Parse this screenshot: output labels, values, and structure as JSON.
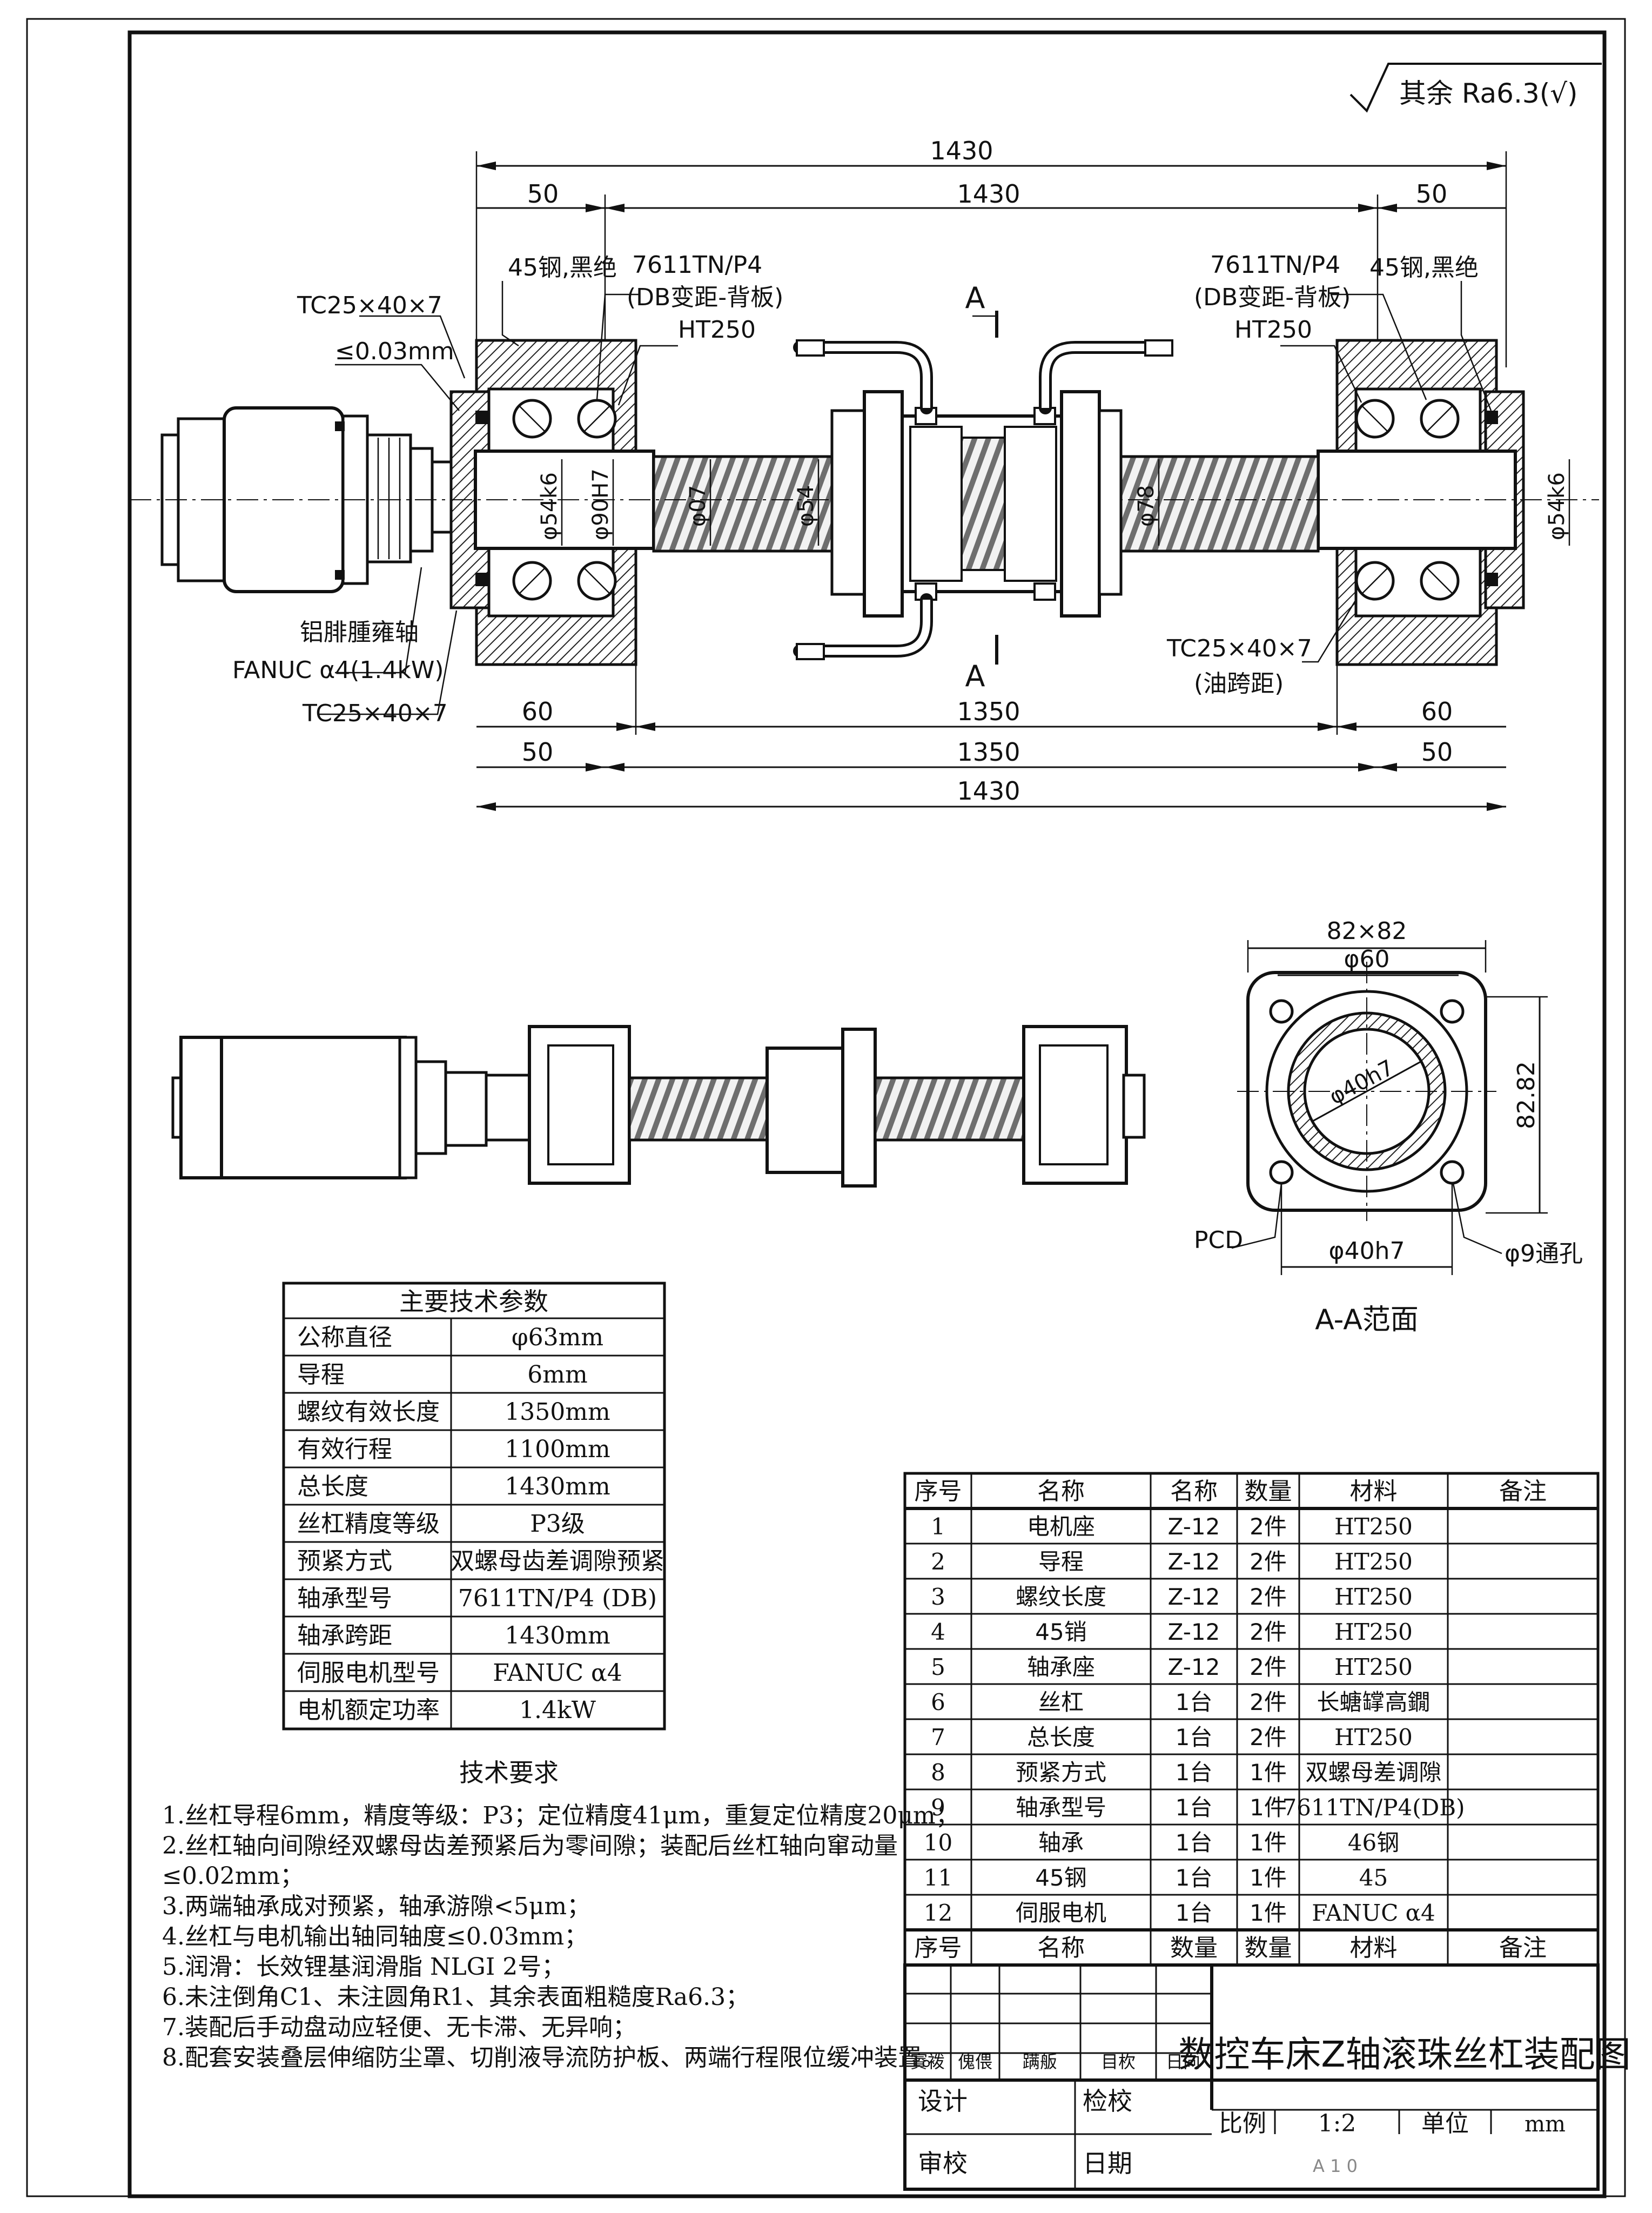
{
  "roughness_note": "其余 Ra6.3(√)",
  "main_view": {
    "dims_top": [
      "1430",
      "1430",
      "50",
      "50"
    ],
    "dims_bottom": [
      "60",
      "1350",
      "60",
      "50",
      "1350",
      "50",
      "1430"
    ],
    "labels": {
      "steel_left": "45钢,黑绝",
      "bearing_left": "7611TN/P4",
      "bearing_left_sub": "(DB变距-背板)",
      "tc_top_left": "TC25×40×7",
      "coax": "≤0.03mm",
      "ht_left": "HT250",
      "section_a": "A",
      "bearing_right": "7611TN/P4",
      "bearing_right_sub": "(DB变距-背板)",
      "steel_right": "45钢,黑绝",
      "ht_right": "HT250",
      "tc_right": "TC25×40×7",
      "tc_right_sub": "(油跨距)",
      "motor_name": "铝腓腫雍轴",
      "motor_model": "FANUC α4(1.4kW)",
      "tc_bottom_left": "TC25×40×7",
      "d54k6_left": "φ54k6",
      "d90h7": "φ90H7",
      "d07": "φ07",
      "d54": "φ54",
      "d78": "φ78",
      "d54k6_right": "φ54k6"
    }
  },
  "section_view": {
    "dim_outer": "82×82",
    "dim_60": "φ60",
    "dim_inner": "φ40h7",
    "dim_bottom": "φ40h7",
    "dim_side": "82.82",
    "pcd": "PCD",
    "hole": "φ9通孔",
    "title": "A-A范面"
  },
  "params": {
    "title": "主要技术参数",
    "rows": [
      [
        "公称直径",
        "φ63mm"
      ],
      [
        "导程",
        "6mm"
      ],
      [
        "螺纹有效长度",
        "1350mm"
      ],
      [
        "有效行程",
        "1100mm"
      ],
      [
        "总长度",
        "1430mm"
      ],
      [
        "丝杠精度等级",
        "P3级"
      ],
      [
        "预紧方式",
        "双螺母齿差调隙预紧"
      ],
      [
        "轴承型号",
        "7611TN/P4 (DB)"
      ],
      [
        "轴承跨距",
        "1430mm"
      ],
      [
        "伺服电机型号",
        "FANUC α4"
      ],
      [
        "电机额定功率",
        "1.4kW"
      ]
    ]
  },
  "requirements": {
    "title": "技术要求",
    "lines": [
      "1.丝杠导程6mm，精度等级：P3；定位精度41μm，重复定位精度20μm；",
      "2.丝杠轴向间隙经双螺母齿差预紧后为零间隙；装配后丝杠轴向窜动量",
      "  ≤0.02mm；",
      "3.两端轴承成对预紧，轴承游隙<5μm；",
      "4.丝杠与电机输出轴同轴度≤0.03mm；",
      "5.润滑：长效锂基润滑脂 NLGI 2号；",
      "6.未注倒角C1、未注圆角R1、其余表面粗糙度Ra6.3；",
      "7.装配后手动盘动应轻便、无卡滞、无异响；",
      "8.配套安装叠层伸缩防尘罩、切削液导流防护板、两端行程限位缓冲装置。"
    ]
  },
  "bom": {
    "headers": [
      "序号",
      "名称",
      "名称",
      "数量",
      "材料",
      "备注"
    ],
    "rows": [
      [
        "1",
        "电机座",
        "Z-12",
        "2件",
        "HT250",
        ""
      ],
      [
        "2",
        "导程",
        "Z-12",
        "2件",
        "HT250",
        ""
      ],
      [
        "3",
        "螺纹长度",
        "Z-12",
        "2件",
        "HT250",
        ""
      ],
      [
        "4",
        "45销",
        "Z-12",
        "2件",
        "HT250",
        ""
      ],
      [
        "5",
        "轴承座",
        "Z-12",
        "2件",
        "HT250",
        ""
      ],
      [
        "6",
        "丝杠",
        "1台",
        "2件",
        "长螗罉高鐗",
        ""
      ],
      [
        "7",
        "总长度",
        "1台",
        "2件",
        "HT250",
        ""
      ],
      [
        "8",
        "预紧方式",
        "1台",
        "1件",
        "双螺母差调隙",
        ""
      ],
      [
        "9",
        "轴承型号",
        "1台",
        "1件",
        "7611TN/P4(DB)",
        ""
      ],
      [
        "10",
        "轴承",
        "1台",
        "1件",
        "46钢",
        ""
      ],
      [
        "11",
        "45钢",
        "1台",
        "1件",
        "45",
        ""
      ],
      [
        "12",
        "伺服电机",
        "1台",
        "1件",
        "FANUC α4",
        ""
      ]
    ],
    "footer": [
      "序号",
      "名称",
      "数量",
      "数量",
      "材料",
      "备注"
    ]
  },
  "title_block": {
    "drawing_title": "数控车床Z轴滚珠丝杠装配图",
    "rev_cells": [
      "賨袯",
      "傀偎",
      "蹒舨",
      "目杴",
      "日向"
    ],
    "design": "设计",
    "check": "检校",
    "review": "审校",
    "date": "日期",
    "scale_label": "比例",
    "scale_value": "1:2",
    "unit_label": "单位",
    "unit_value": "mm",
    "sheet_mark": "A 1 0"
  }
}
